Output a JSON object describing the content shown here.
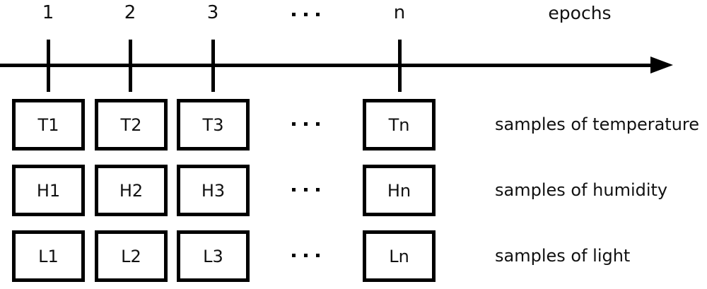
{
  "colors": {
    "ink": "#000000",
    "text": "#111111",
    "background": "#ffffff"
  },
  "timeline": {
    "axis_label": "epochs",
    "tick_labels": [
      "1",
      "2",
      "3"
    ],
    "n_tick_label": "n"
  },
  "rows": [
    {
      "cells": [
        "T1",
        "T2",
        "T3",
        "Tn"
      ],
      "caption": "samples of temperature"
    },
    {
      "cells": [
        "H1",
        "H2",
        "H3",
        "Hn"
      ],
      "caption": "samples of humidity"
    },
    {
      "cells": [
        "L1",
        "L2",
        "L3",
        "Ln"
      ],
      "caption": "samples of light"
    }
  ]
}
